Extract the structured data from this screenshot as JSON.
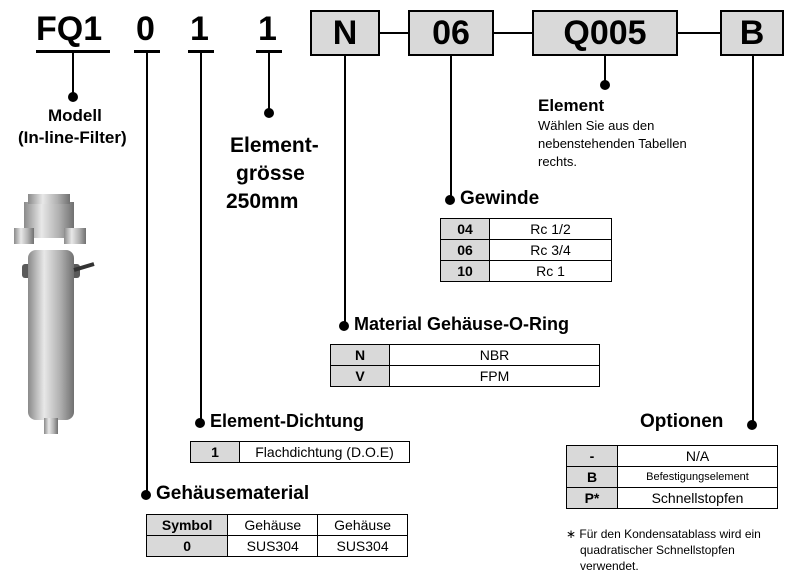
{
  "code": {
    "fq1": "FQ1",
    "d0": "0",
    "d1a": "1",
    "d1b": "1",
    "n": "N",
    "g": "06",
    "el": "Q005",
    "opt": "B"
  },
  "labels": {
    "modell": "Modell",
    "modell_sub": "(In-line-Filter)",
    "size_1": "Element-",
    "size_2": "grösse",
    "size_3": "250mm",
    "element_title": "Element",
    "element_desc_1": "Wählen Sie aus den",
    "element_desc_2": "nebenstehenden Tabellen",
    "element_desc_3": "rechts.",
    "gewinde": "Gewinde",
    "oring": "Material Gehäuse-O-Ring",
    "dichtung": "Element-Dichtung",
    "optionen": "Optionen",
    "gehause": "Gehäusematerial"
  },
  "gewinde_rows": [
    [
      "04",
      "Rc 1/2"
    ],
    [
      "06",
      "Rc 3/4"
    ],
    [
      "10",
      "Rc 1"
    ]
  ],
  "oring_rows": [
    [
      "N",
      "NBR"
    ],
    [
      "V",
      "FPM"
    ]
  ],
  "dichtung_rows": [
    [
      "1",
      "Flachdichtung (D.O.E)"
    ]
  ],
  "optionen_rows": [
    [
      "-",
      "N/A"
    ],
    [
      "B",
      "Befestigungselement"
    ],
    [
      "P*",
      "Schnellstopfen"
    ]
  ],
  "gehause_table": {
    "header": [
      "Symbol",
      "Gehäuse",
      "Gehäuse"
    ],
    "rows": [
      [
        "0",
        "SUS304",
        "SUS304"
      ]
    ]
  },
  "footnote": [
    "∗ Für den Kondensatablass wird ein",
    "quadratischer Schnellstopfen",
    "verwendet."
  ],
  "colors": {
    "box_fill": "#d9d9d9",
    "ink": "#000000"
  }
}
